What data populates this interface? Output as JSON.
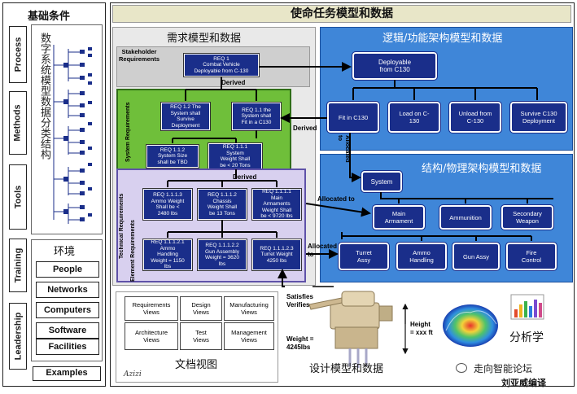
{
  "left": {
    "header": "基础条件",
    "tabs": [
      "Process",
      "Methods",
      "Tools",
      "Training",
      "Leadership"
    ],
    "taxonomy_label": "数字系统模型数据分类结构",
    "env_title": "环境",
    "env_items": [
      "People",
      "Networks",
      "Computers",
      "Software",
      "Facilities"
    ],
    "examples": "Examples"
  },
  "top_banner": "使命任务模型和数据",
  "requirements": {
    "title": "需求模型和数据",
    "stakeholder_label": "Stakeholder\nRequirements",
    "system_label": "System Requirements",
    "technical_label": "Technical Requirements",
    "element_label": "Element Requirements",
    "req1": "REQ 1\nCombat Vehicle\nDeployable from C-130",
    "req12": "REQ 1.2 The\nSystem shall\nSurvive\nDeployment",
    "req11": "REQ 1.1 the\nSystem shall\nFit in a C130",
    "req112": "REQ 1.1.2\nSystem Size\nshall be TBD",
    "req111": "REQ 1.1.1\nSystem\nWeight Shall\nbe < 20 Tons",
    "req1113": "REQ 1.1.1.3\nAmmo Weight\nShall be <\n2480 lbs",
    "req1112": "REQ 1.1.1.2\nChassis\nWeight Shall\nbe 13 Tons",
    "req1111": "REQ 1.1.1.1\nMain\nArmaments\nWeight Shall\nbe < 9720 lbs",
    "req11121": "REQ 1.1.1.2.1\nAmmo\nHandling\nWeight = 1150\nlbs",
    "req11122": "REQ 1.1.1.2.2\nGun Assembly\nWeight = 3620\nlbs",
    "req11123": "REQ 1.1.1.2.3\nTurret Weight\n4250 lbs",
    "derived": "Derived"
  },
  "logical": {
    "title": "逻辑/功能架构模型和数据",
    "top": "Deployable\nfrom C130",
    "items": [
      "Fit in C130",
      "Load on C-\n130",
      "Unload from\nC-130",
      "Survive C130\nDeployment"
    ],
    "derived": "Derived",
    "allocated_to": "Allocated\nto"
  },
  "physical": {
    "title": "结构/物理架构模型和数据",
    "system": "System",
    "row1": [
      "Main\nArmament",
      "Ammunition",
      "Secondary\nWeapon"
    ],
    "row2": [
      "Turret\nAssy",
      "Ammo\nHandling",
      "Gun Assy",
      "Fire\nControl"
    ],
    "allocated_to_1": "Allocated to",
    "allocated_to_2": "Allocated\nto"
  },
  "documents": {
    "views": [
      "Requirements\nViews",
      "Design\nViews",
      "Manufacturing\nViews",
      "Architecture\nViews",
      "Test\nViews",
      "Management\nViews"
    ],
    "title": "文档视图",
    "signature": "Azizi"
  },
  "design": {
    "satisfies": "Satisfies\nVerifies",
    "weight": "Weight =\n4245lbs",
    "height": "Height\n= xxx ft",
    "title": "设计模型和数据"
  },
  "analysis": {
    "title": "分析学",
    "watermark": "走向智能论坛",
    "author": "刘亚威编译"
  },
  "colors": {
    "navy": "#1a2e8a",
    "blue_panel": "#3f86d8",
    "green_panel": "#6fbf3a",
    "lavender_panel": "#d8d0ef",
    "banner": "#e8e6c8"
  }
}
